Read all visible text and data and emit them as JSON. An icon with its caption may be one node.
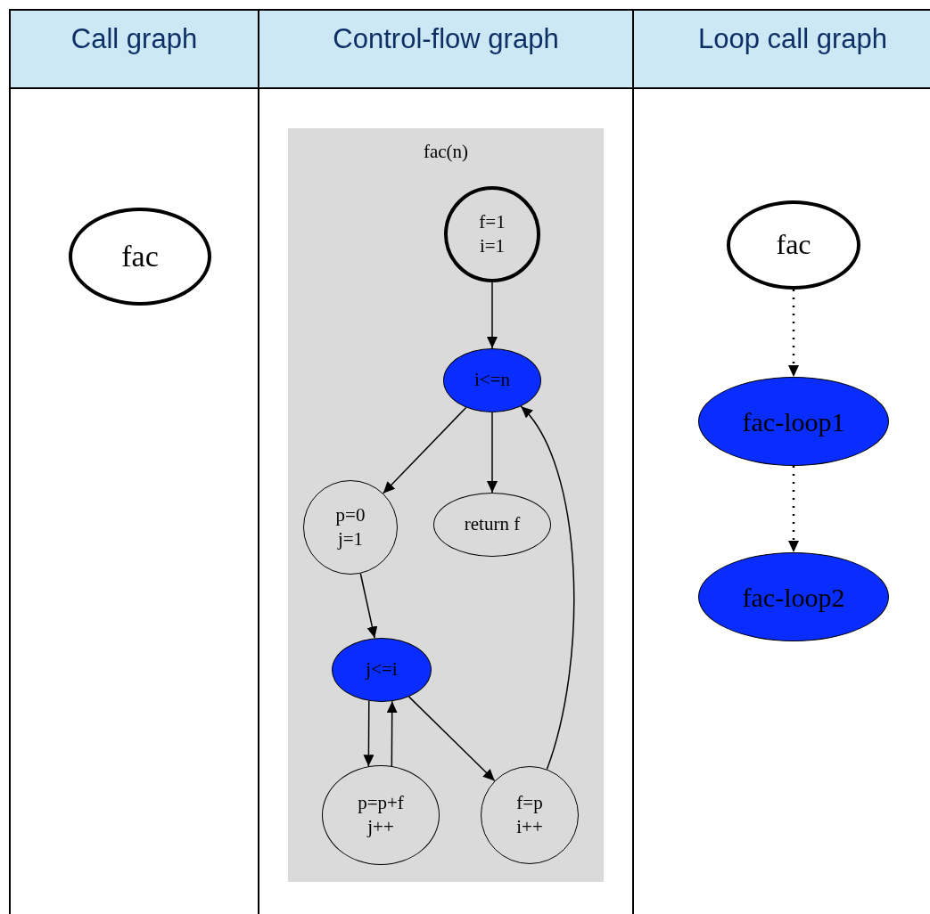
{
  "diagram": {
    "nodes": [
      {
        "text": [
          "Call graph"
        ]
      },
      {
        "text": [
          "Control-flow graph"
        ]
      },
      {
        "text": [
          "Loop call graph"
        ]
      },
      {
        "text": [
          "fac"
        ],
        "in": 0
      },
      {
        "text": [
          "fac(n)"
        ],
        "in": 1
      },
      {
        "text": [
          "f=1",
          "i=1"
        ],
        "in": 4
      },
      {
        "text": [
          "i<=n"
        ],
        "in": 4
      },
      {
        "text": [
          "p=0",
          "j=1"
        ],
        "in": 4
      },
      {
        "text": [
          "return f"
        ],
        "in": 4
      },
      {
        "text": [
          "j<=i"
        ],
        "in": 4
      },
      {
        "text": [
          "p=p+f",
          "j++"
        ],
        "in": 4
      },
      {
        "text": [
          "f=p",
          "i++"
        ],
        "in": 4
      },
      {
        "text": [
          "fac"
        ],
        "in": 2
      },
      {
        "text": [
          "fac-loop1"
        ],
        "in": 2
      },
      {
        "text": [
          "fac-loop2"
        ],
        "in": 2
      }
    ],
    "edges": [
      {
        "from": 5,
        "to": 6,
        "arrow": "to"
      },
      {
        "from": 6,
        "to": 7,
        "arrow": "to"
      },
      {
        "from": 6,
        "to": 8,
        "arrow": "to"
      },
      {
        "from": 7,
        "to": 9,
        "arrow": "to"
      },
      {
        "from": 9,
        "to": 10,
        "arrow": "to"
      },
      {
        "from": 10,
        "to": 9,
        "arrow": "to"
      },
      {
        "from": 9,
        "to": 11,
        "arrow": "to"
      },
      {
        "from": 11,
        "to": 6,
        "arrow": "to"
      },
      {
        "from": 12,
        "to": 13,
        "arrow": "to",
        "style": "dashed"
      },
      {
        "from": 13,
        "to": 14,
        "arrow": "to",
        "style": "dashed"
      }
    ]
  }
}
